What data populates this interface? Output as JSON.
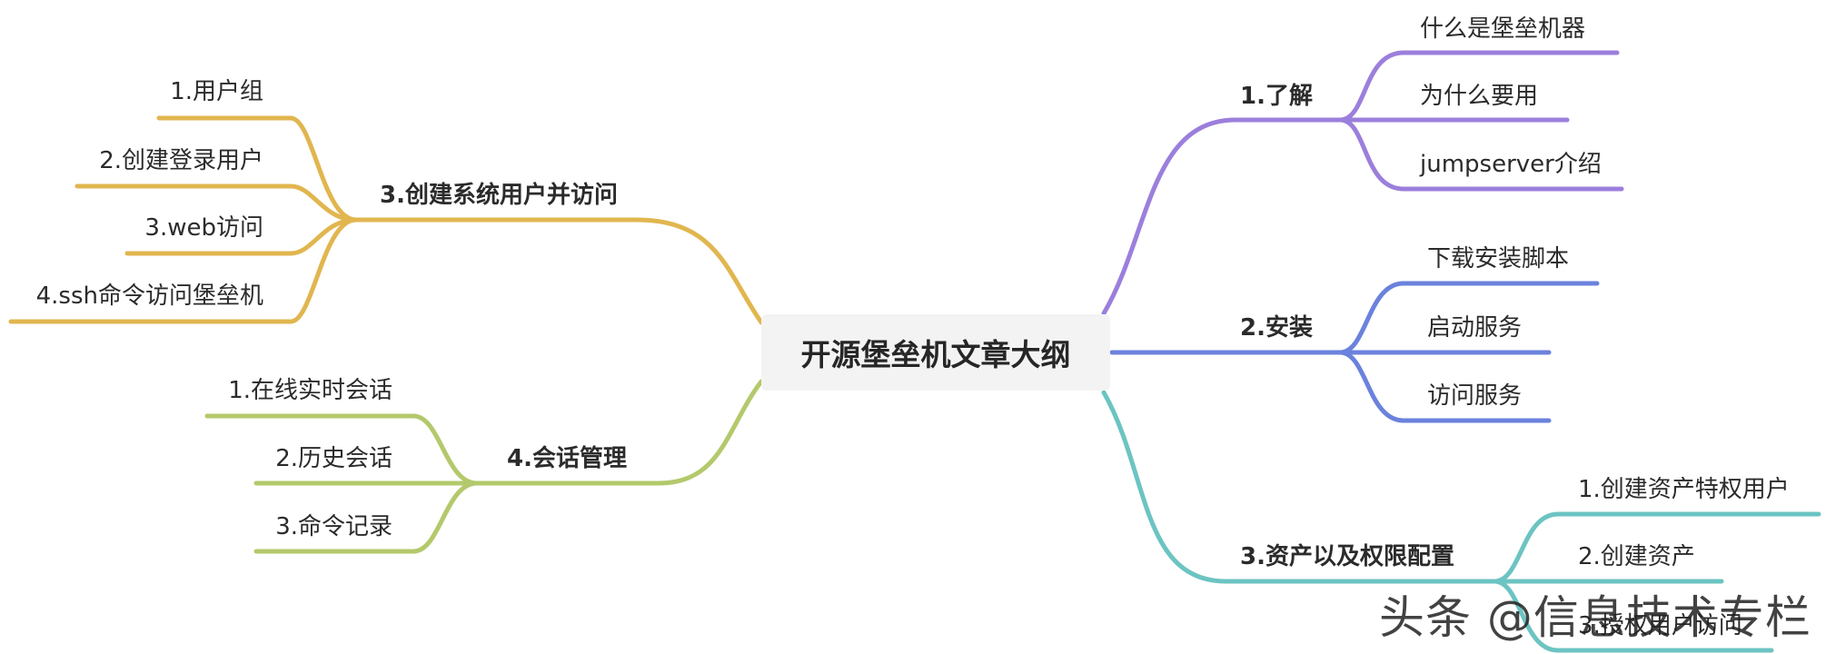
{
  "root": {
    "title": "开源堡垒机文章大纲"
  },
  "branches": [
    {
      "id": "understand",
      "label": "1.了解",
      "color": "#9b7fdc",
      "children": [
        "什么是堡垒机器",
        "为什么要用",
        "jumpserver介绍"
      ]
    },
    {
      "id": "install",
      "label": "2.安装",
      "color": "#6b82dd",
      "children": [
        "下载安装脚本",
        "启动服务",
        "访问服务"
      ]
    },
    {
      "id": "assets",
      "label": "3.资产以及权限配置",
      "color": "#6cc4c2",
      "children": [
        "1.创建资产特权用户",
        "2.创建资产",
        "3.授权用户访问"
      ]
    },
    {
      "id": "create-users",
      "label": "3.创建系统用户并访问",
      "color": "#e1b64f",
      "children": [
        "1.用户组",
        "2.创建登录用户",
        "3.web访问",
        "4.ssh命令访问堡垒机"
      ]
    },
    {
      "id": "sessions",
      "label": "4.会话管理",
      "color": "#b3c96b",
      "children": [
        "1.在线实时会话",
        "2.历史会话",
        "3.命令记录"
      ]
    }
  ],
  "watermark": "头条 @信息技术专栏"
}
